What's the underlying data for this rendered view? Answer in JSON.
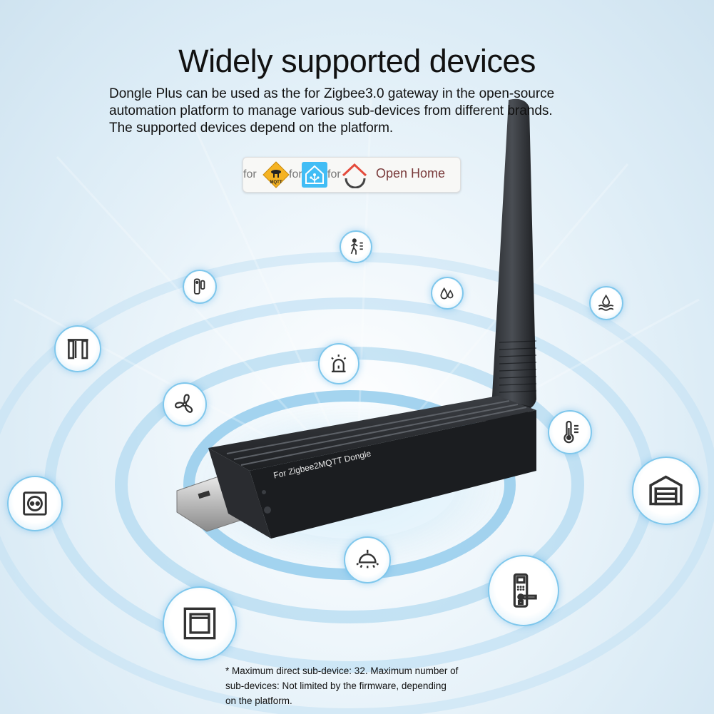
{
  "header": {
    "title": "Widely supported devices",
    "description_lines": [
      "Dongle Plus can be used as the for Zigbee3.0 gateway in the open-source",
      "automation platform to manage various sub-devices from different brands.",
      "The supported devices depend on the platform."
    ]
  },
  "brand_bar": {
    "for_label": "for",
    "platform_name": "Open Home",
    "mqtt_label": "MQTT"
  },
  "product": {
    "label": "For Zigbee2MQTT Dongle"
  },
  "device_icons": [
    "motion-sensor-icon",
    "door-sensor-icon",
    "water-leak-icon",
    "flood-sensor-icon",
    "curtain-icon",
    "alarm-siren-icon",
    "fan-icon",
    "thermometer-icon",
    "wall-socket-icon",
    "garage-door-icon",
    "ceiling-light-icon",
    "smart-lock-icon",
    "wall-switch-icon"
  ],
  "footnote_lines": [
    "* Maximum direct sub-device: 32. Maximum number of",
    " sub-devices: Not limited by the firmware, depending",
    "on the platform."
  ],
  "colors": {
    "accent_blue": "#7fc7ec",
    "mqtt_yellow": "#f5b323",
    "ha_blue": "#41bdf5",
    "openhome_red": "#e44b3c",
    "dongle_black": "#1e2023"
  }
}
